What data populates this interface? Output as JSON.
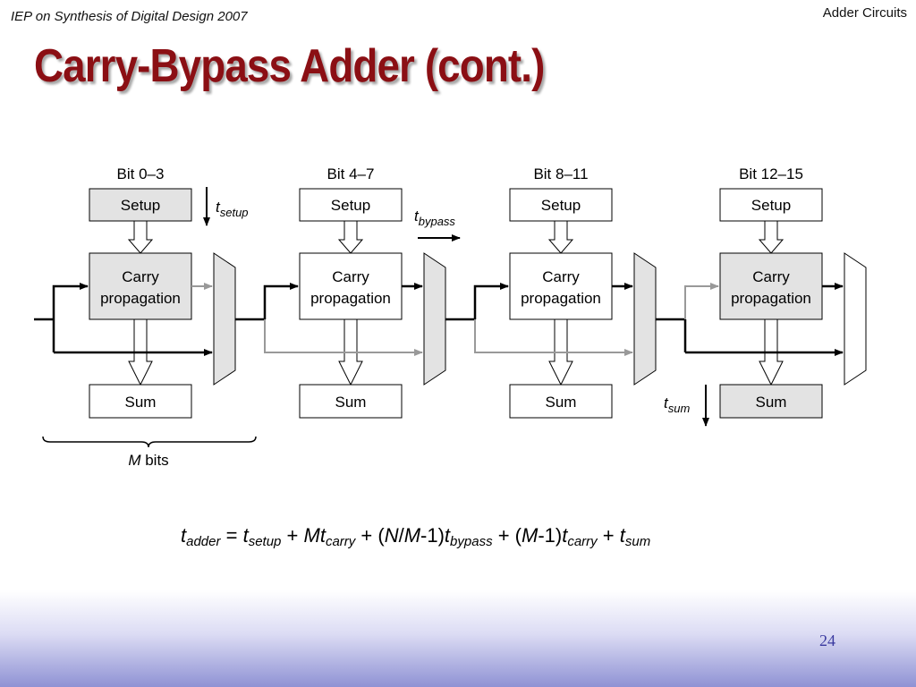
{
  "header": {
    "left": "IEP on Synthesis of Digital Design 2007",
    "right": "Adder Circuits"
  },
  "title": "Carry-Bypass Adder (cont.)",
  "blocks": [
    {
      "bit_label": "Bit 0–3",
      "setup": "Setup",
      "carry_line1": "Carry",
      "carry_line2": "propagation",
      "sum": "Sum"
    },
    {
      "bit_label": "Bit 4–7",
      "setup": "Setup",
      "carry_line1": "Carry",
      "carry_line2": "propagation",
      "sum": "Sum"
    },
    {
      "bit_label": "Bit 8–11",
      "setup": "Setup",
      "carry_line1": "Carry",
      "carry_line2": "propagation",
      "sum": "Sum"
    },
    {
      "bit_label": "Bit 12–15",
      "setup": "Setup",
      "carry_line1": "Carry",
      "carry_line2": "propagation",
      "sum": "Sum"
    }
  ],
  "timing": {
    "setup": {
      "t": "t",
      "sub": "setup"
    },
    "bypass": {
      "t": "t",
      "sub": "bypass"
    },
    "sum": {
      "t": "t",
      "sub": "sum"
    }
  },
  "brace": {
    "var": "M",
    "text": " bits"
  },
  "formula": {
    "t": "t",
    "adder": "adder",
    "eq": " = ",
    "setup": "setup",
    "plus": " + ",
    "M": "M",
    "carry": "carry",
    "open": " (",
    "N": "N",
    "slash": "/",
    "minus1_close": "-1)",
    "bypass": "bypass",
    "sum": "sum"
  },
  "page_number": "24",
  "colors": {
    "title": "#8b0f14",
    "highlight_fill": "#e3e3e3",
    "gray_path": "#999999",
    "page_number": "#3a3aa0"
  }
}
